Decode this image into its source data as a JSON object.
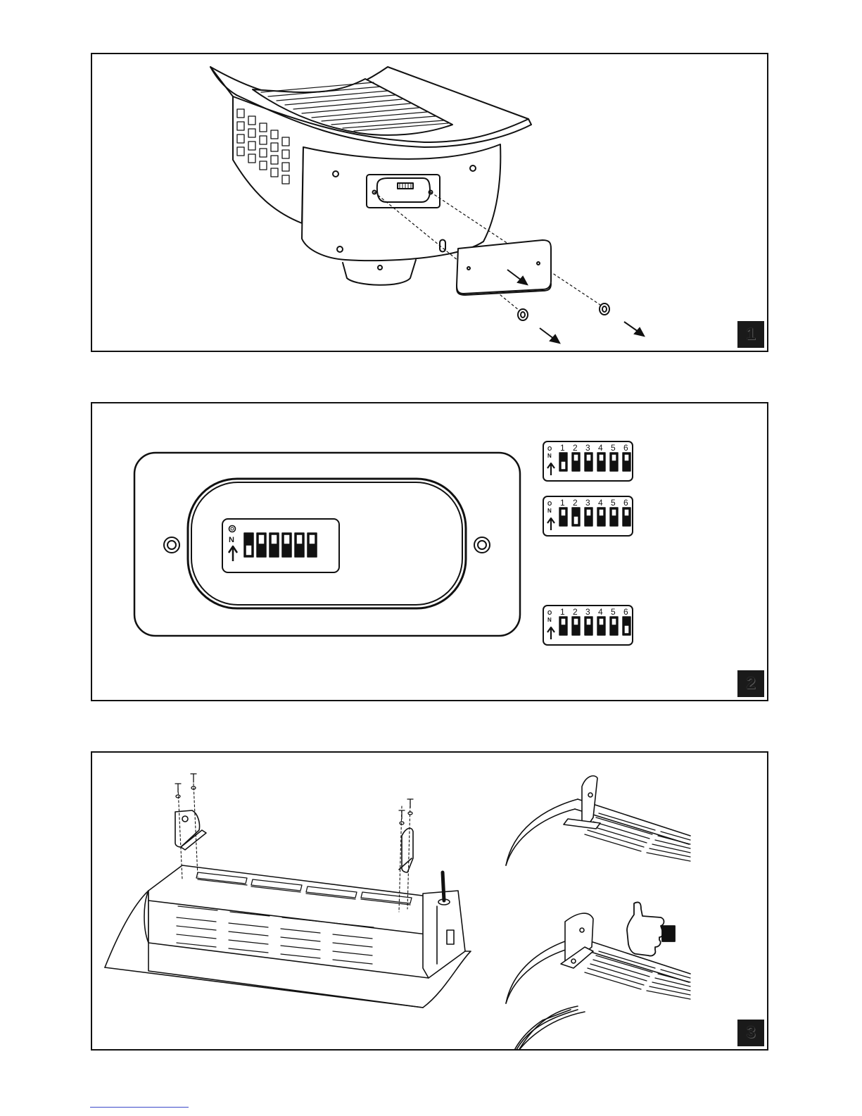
{
  "figures": [
    {
      "number": "1"
    },
    {
      "number": "2"
    },
    {
      "number": "3"
    }
  ],
  "dip_switch": {
    "on_label_o": "O",
    "on_label_n": "N",
    "positions": [
      "1",
      "2",
      "3",
      "4",
      "5",
      "6"
    ]
  },
  "colors": {
    "line": "#111111",
    "badge": "#1a1a1a",
    "footer_link": "#3a49c9"
  }
}
